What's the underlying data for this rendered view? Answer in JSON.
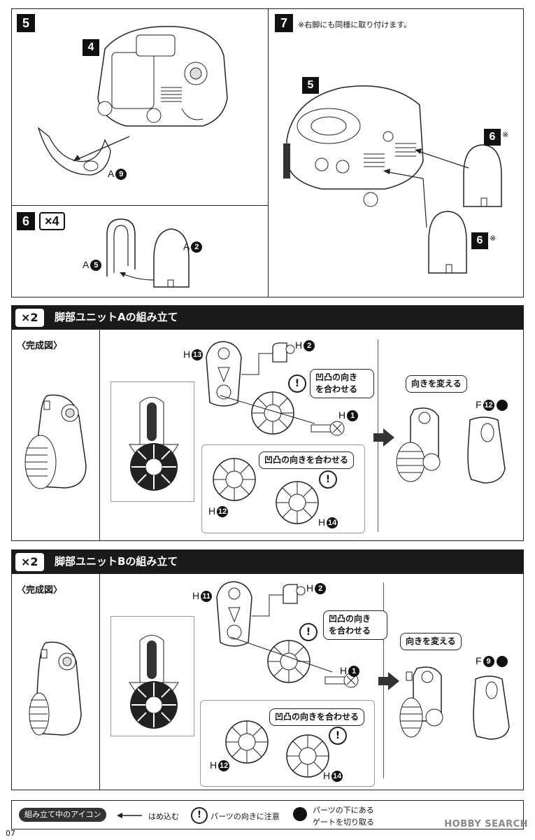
{
  "steps": {
    "s5": {
      "num": "5",
      "body_ref": "4",
      "part": "A",
      "part_num": "9"
    },
    "s6": {
      "num": "6",
      "multiplier": "×4",
      "part_a": "A",
      "part_a_num": "5",
      "part_b": "A",
      "part_b_num": "2"
    },
    "s7": {
      "num": "7",
      "note": "※右脚にも同様に取り付けます。",
      "body_ref": "5",
      "ref_a": "6",
      "ref_a_mark": "※",
      "ref_b": "6",
      "ref_b_mark": "※"
    }
  },
  "section_a": {
    "multiplier": "×2",
    "title": "脚部ユニットAの組み立て",
    "complete_label": "〈完成図〉",
    "parts": [
      {
        "letter": "H",
        "num": "13"
      },
      {
        "letter": "H",
        "num": "2"
      },
      {
        "letter": "H",
        "num": "1"
      },
      {
        "letter": "H",
        "num": "12"
      },
      {
        "letter": "H",
        "num": "14"
      },
      {
        "letter": "F",
        "num": "12"
      }
    ],
    "callout_align_1": "凹凸の向き\nを合わせる",
    "callout_align_2": "凹凸の向きを合わせる",
    "callout_turn": "向きを変える"
  },
  "section_b": {
    "multiplier": "×2",
    "title": "脚部ユニットBの組み立て",
    "complete_label": "〈完成図〉",
    "parts": [
      {
        "letter": "H",
        "num": "11"
      },
      {
        "letter": "H",
        "num": "2"
      },
      {
        "letter": "H",
        "num": "1"
      },
      {
        "letter": "H",
        "num": "12"
      },
      {
        "letter": "H",
        "num": "14"
      },
      {
        "letter": "F",
        "num": "9"
      }
    ],
    "callout_align_1": "凹凸の向き\nを合わせる",
    "callout_align_2": "凹凸の向きを合わせる",
    "callout_turn": "向きを変える"
  },
  "legend": {
    "title": "組み立て中のアイコン",
    "press_fit": "はめ込む",
    "caution": "パーツの向きに注意",
    "gate_line1": "パーツの下にある",
    "gate_line2": "ゲートを切り取る"
  },
  "page_number": "07",
  "watermark": "HOBBY SEARCH"
}
